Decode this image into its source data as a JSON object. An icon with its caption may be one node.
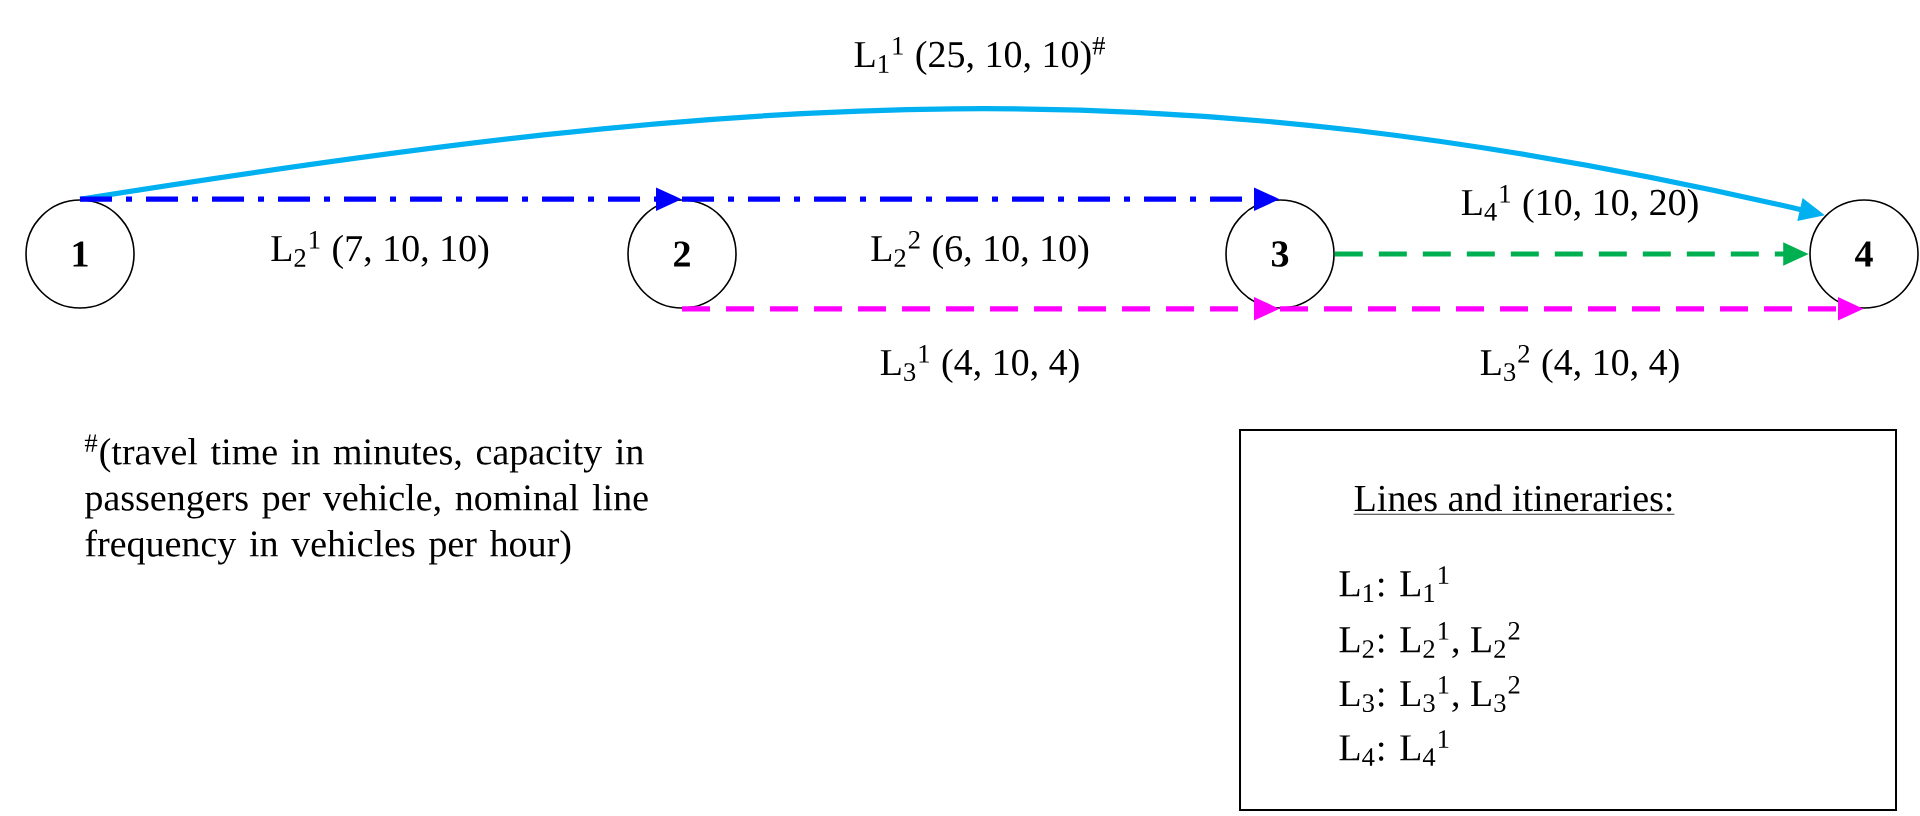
{
  "diagram": {
    "nodes": [
      {
        "text": [
          "1"
        ]
      },
      {
        "text": [
          "2"
        ]
      },
      {
        "text": [
          "3"
        ]
      },
      {
        "text": [
          "4"
        ]
      },
      {
        "text": [
          "Lines and itineraries:",
          "L$_{1}$: L$_{1}$$^{1}$",
          "L$_{2}$: L$_{2}$$^{1}$, L$_{2}$$^{2}$",
          "L$_{3}$: L$_{3}$$^{1}$, L$_{3}$$^{2}$",
          "L$_{4}$: L$_{4}$$^{1}$"
        ]
      }
    ],
    "edges": [
      {
        "from": 0,
        "to": 3,
        "arrow": "to",
        "label": "L$_{1}$$^{1}$ (25, 10, 10)$^{#}$",
        "color": "#00b0f0"
      },
      {
        "from": 0,
        "to": 1,
        "arrow": "to",
        "label": "L$_{2}$$^{1}$ (7, 10, 10)",
        "style": "dashed",
        "color": "#0000ff"
      },
      {
        "from": 1,
        "to": 2,
        "arrow": "to",
        "label": "L$_{2}$$^{2}$ (6, 10, 10)",
        "style": "dashed",
        "color": "#0000ff"
      },
      {
        "from": 2,
        "to": 3,
        "arrow": "to",
        "label": "L$_{4}$$^{1}$ (10, 10, 20)",
        "style": "dashed",
        "color": "#00b050"
      },
      {
        "from": 1,
        "to": 2,
        "arrow": "to",
        "label": "L$_{3}$$^{1}$ (4, 10, 4)",
        "style": "dashed",
        "color": "#ff00ff"
      },
      {
        "from": 2,
        "to": 3,
        "arrow": "to",
        "label": "L$_{3}$$^{2}$ (4, 10, 4)",
        "style": "dashed",
        "color": "#ff00ff"
      }
    ],
    "labels": [
      "$^{#}$(travel time in minutes, capacity in passengers per vehicle, nominal line frequency in vehicles per hour)"
    ]
  }
}
